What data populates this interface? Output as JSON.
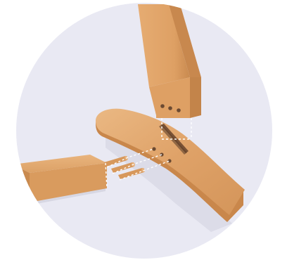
{
  "diagram": {
    "subject": "wooden-leg-joint-assembly",
    "parts": {
      "upright_post": {
        "icon": "vertical-post",
        "tenon_holes": 3
      },
      "base_foot": {
        "icon": "curved-foot",
        "mortise_holes": 3
      },
      "rail": {
        "icon": "horizontal-rail"
      },
      "dowels": {
        "icon": "dowel-pins",
        "count": 3
      }
    },
    "guides": {
      "style": "dashed",
      "color": "#ffffff"
    }
  },
  "colors": {
    "background_circle": "#e9e9f3",
    "wood_light": "#e8b27a",
    "wood_mid": "#d9975a",
    "wood_dark": "#b8753a",
    "hole": "#6b4a32",
    "shadow": "#c9c9d6"
  }
}
